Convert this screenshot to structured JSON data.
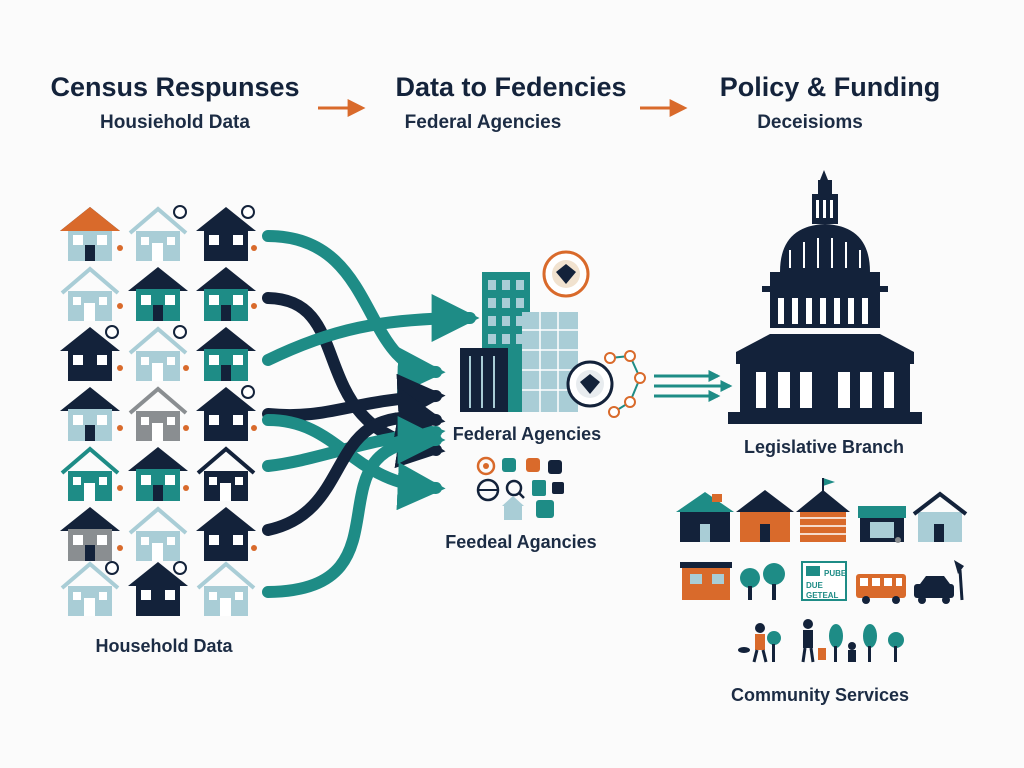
{
  "header": {
    "step1_title": "Census Respunses",
    "step1_sub": "Housiehold Data",
    "step2_title": "Data to Fedencies",
    "step2_sub": "Federal Agencies",
    "step3_title": "Policy & Funding",
    "step3_sub": "Deceisioms"
  },
  "labels": {
    "household": "Household Data",
    "federal_1": "Federal Agencies",
    "federal_2": "Feedeal Agancies",
    "legislative": "Legislative Branch",
    "community": "Community Services",
    "clinic_sign": "PUBE\nDUE\nGETEAL"
  },
  "colors": {
    "navy": "#13223a",
    "teal": "#1e8c86",
    "orange": "#d96a2b",
    "lightblue": "#a9cdd6",
    "gray": "#8a8e91",
    "background": "#fbfbfb"
  },
  "icons": {
    "arrow": "arrow-right-icon",
    "house": "house-icon",
    "building": "office-building-icon",
    "seal": "federal-seal-icon",
    "capitol": "capitol-building-icon",
    "tree": "tree-icon",
    "bus": "bus-icon",
    "car": "car-icon",
    "person": "person-icon"
  }
}
